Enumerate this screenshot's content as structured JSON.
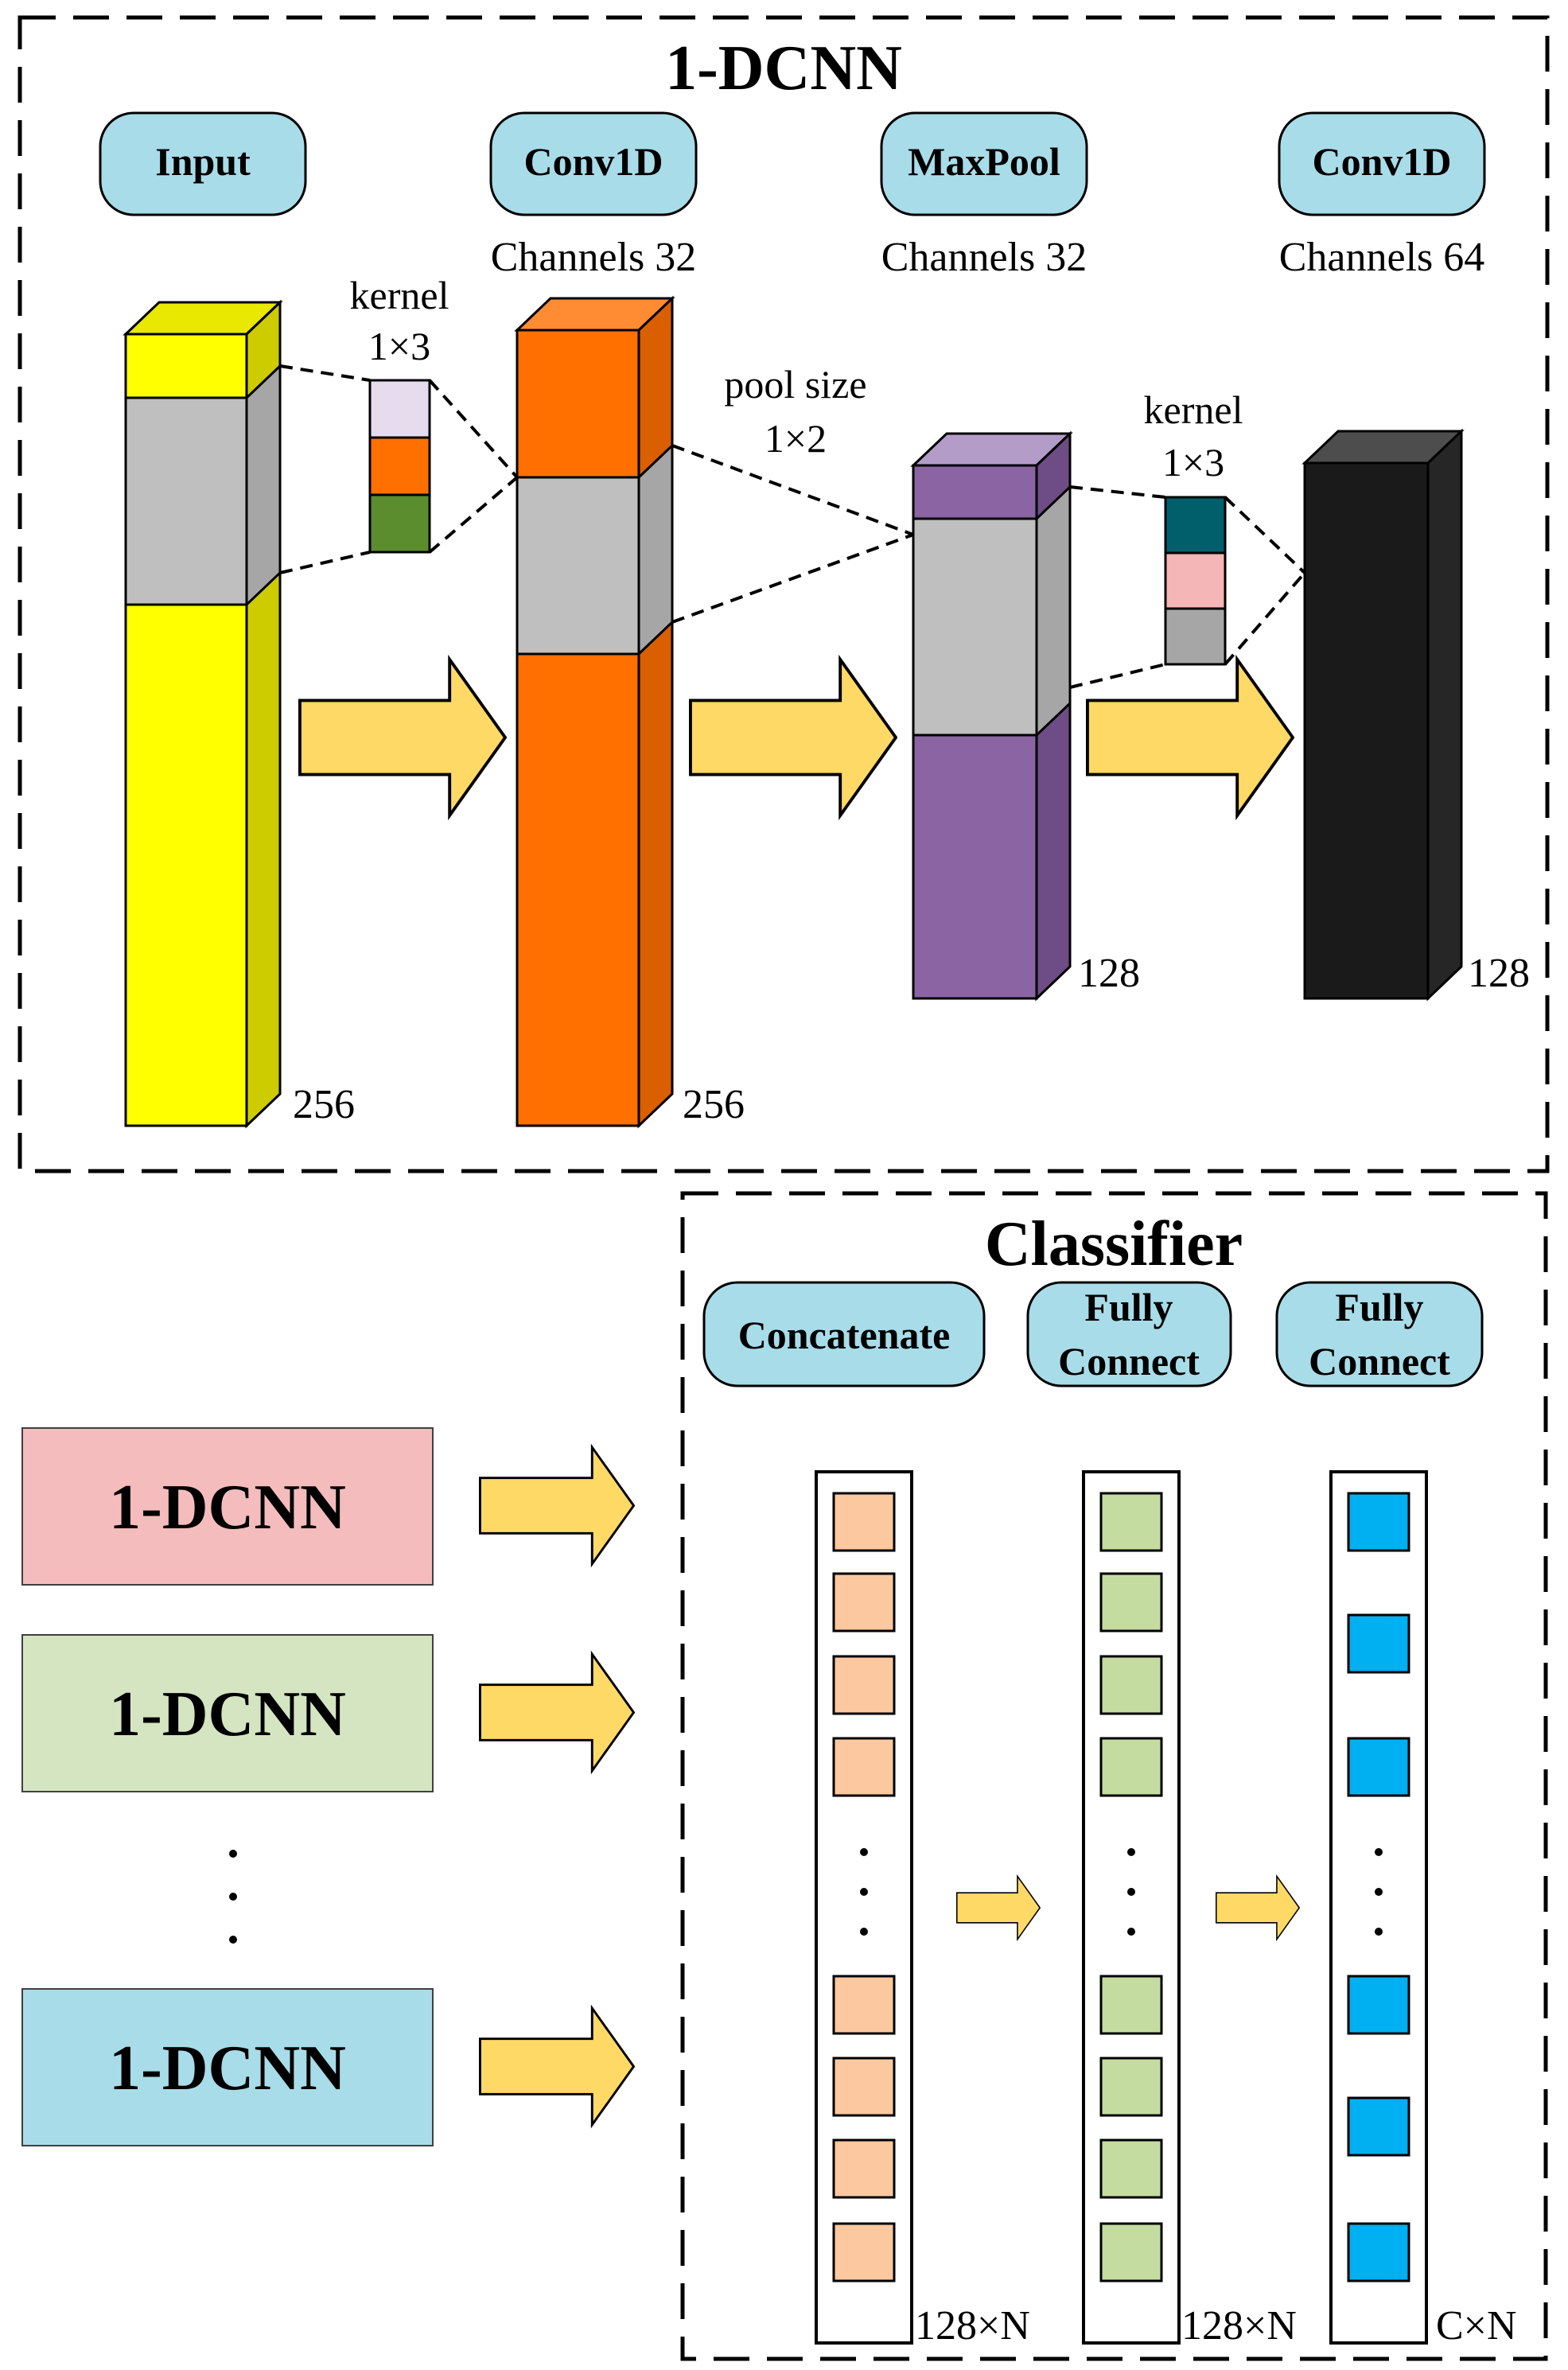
{
  "cnn": {
    "title": "1-DCNN",
    "layers": [
      {
        "label": "Input",
        "channels": ""
      },
      {
        "label": "Conv1D",
        "channels": "Channels 32"
      },
      {
        "label": "MaxPool",
        "channels": "Channels 32"
      },
      {
        "label": "Conv1D",
        "channels": "Channels 64"
      }
    ],
    "kernel1": {
      "line1": "kernel",
      "line2": "1×3"
    },
    "pool": {
      "line1": "pool size",
      "line2": "1×2"
    },
    "kernel2": {
      "line1": "kernel",
      "line2": "1×3"
    },
    "sizes": [
      "256",
      "256",
      "128",
      "128"
    ],
    "colors": {
      "input": "#ffff00",
      "conv1": "#ff7000",
      "pool": "#8b64a3",
      "conv2": "#1a1a1a",
      "window": "#c0c0c0",
      "arrow": "#ffd966",
      "pill": "#a8dce8"
    }
  },
  "classifier": {
    "title": "Classifier",
    "layers": [
      {
        "line1": "Concatenate",
        "line2": ""
      },
      {
        "line1": "Fully",
        "line2": "Connect"
      },
      {
        "line1": "Fully",
        "line2": "Connect"
      }
    ],
    "sizes": [
      "128×N",
      "128×N",
      "C×N"
    ],
    "colors": {
      "concat": "#fbc8a0",
      "fc1": "#c5dca0",
      "fc2": "#00b0f0"
    }
  },
  "branches": {
    "items": [
      "1-DCNN",
      "1-DCNN",
      "1-DCNN"
    ],
    "ellipsis": "⋮",
    "colors": [
      "#f4bcbc",
      "#d5e5c2",
      "#a8dce8"
    ]
  },
  "icons": [
    "right-arrow-icon",
    "vertical-ellipsis-icon"
  ]
}
